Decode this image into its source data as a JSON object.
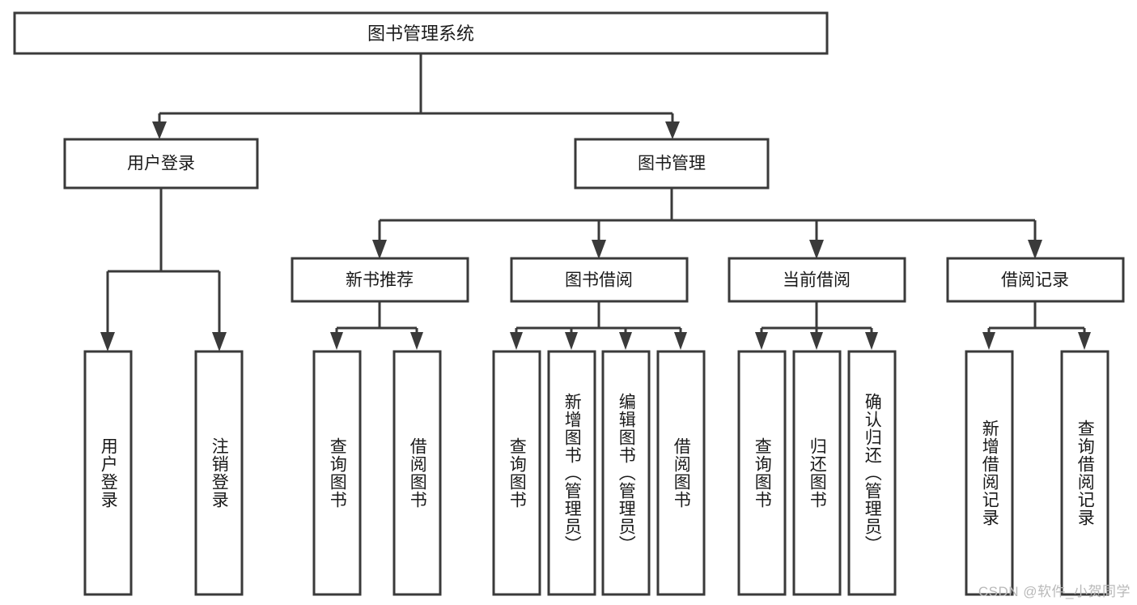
{
  "diagram": {
    "type": "tree",
    "title": "图书管理系统",
    "orientation": "top-down",
    "levels": 4,
    "watermark": "CSDN @软件_小贺同学",
    "colors": {
      "box_stroke": "#3a3a3a",
      "box_fill": "#ffffff",
      "connector": "#3a3a3a",
      "text": "#1a1a1a",
      "background": "#ffffff",
      "watermark": "#b9b9b9"
    },
    "root": {
      "label": "图书管理系统"
    },
    "level2": [
      {
        "label": "用户登录"
      },
      {
        "label": "图书管理"
      }
    ],
    "level3": [
      {
        "label": "新书推荐"
      },
      {
        "label": "图书借阅"
      },
      {
        "label": "当前借阅"
      },
      {
        "label": "借阅记录"
      }
    ],
    "leaves": {
      "user_login": [
        {
          "label": "用户登录"
        },
        {
          "label": "注销登录"
        }
      ],
      "new_book": [
        {
          "label": "查询图书"
        },
        {
          "label": "借阅图书"
        }
      ],
      "book_borrow": [
        {
          "label": "查询图书"
        },
        {
          "label": "新增图书（管理员）"
        },
        {
          "label": "编辑图书（管理员）"
        },
        {
          "label": "借阅图书"
        }
      ],
      "current_borrow": [
        {
          "label": "查询图书"
        },
        {
          "label": "归还图书"
        },
        {
          "label": "确认归还（管理员）"
        }
      ],
      "borrow_record": [
        {
          "label": "新增借阅记录"
        },
        {
          "label": "查询借阅记录"
        }
      ]
    }
  }
}
